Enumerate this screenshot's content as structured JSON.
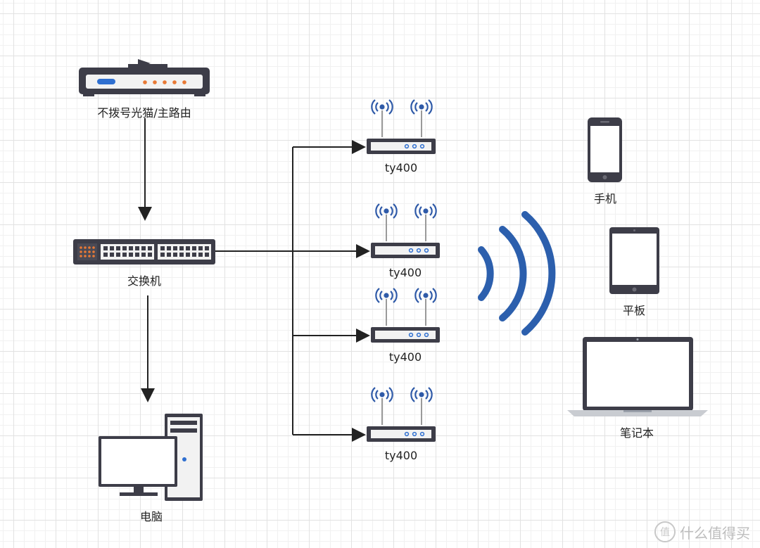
{
  "nodes": {
    "modem": {
      "label": "不拨号光猫/主路由"
    },
    "switch": {
      "label": "交换机"
    },
    "pc": {
      "label": "电脑"
    },
    "ap1": {
      "label": "ty400"
    },
    "ap2": {
      "label": "ty400"
    },
    "ap3": {
      "label": "ty400"
    },
    "ap4": {
      "label": "ty400"
    },
    "phone": {
      "label": "手机"
    },
    "tablet": {
      "label": "平板"
    },
    "laptop": {
      "label": "笔记本"
    }
  },
  "watermark": {
    "text": "什么值得买",
    "icon": "值"
  },
  "colors": {
    "device_dark": "#3d3d48",
    "device_light": "#f2f2f2",
    "modem_orange": "#e87935",
    "led_blue": "#2f6fd0",
    "wifi_blue": "#2c5fad",
    "line": "#222222",
    "antenna": "#2f5aa8"
  }
}
